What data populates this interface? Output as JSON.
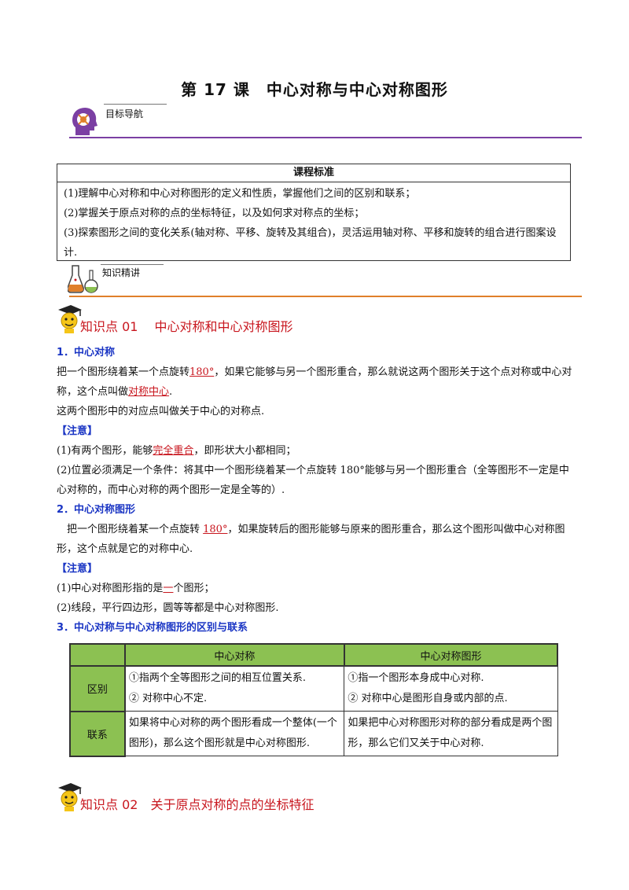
{
  "title": "第 17 课　中心对称与中心对称图形",
  "nav_label": "目标导航",
  "standards": {
    "heading": "课程标准",
    "items": [
      "(1)理解中心对称和中心对称图形的定义和性质，掌握他们之间的区别和联系；",
      "(2)掌握关于原点对称的点的坐标特征，以及如何求对称点的坐标；",
      "(3)探索图形之间的变化关系(轴对称、平移、旋转及其组合)，灵活运用轴对称、平移和旋转的组合进行图案设计."
    ]
  },
  "knowledge_label": "知识精讲",
  "kp1": {
    "title": "知识点 01　 中心对称和中心对称图形",
    "s1": {
      "heading": "1．中心对称",
      "p1_a": "把一个图形绕着某一个点旋转",
      "p1_red": "180°",
      "p1_b": "，如果它能够与另一个图形重合，那么就说这两个图形关于这个点对称或中心对称，这个点叫做",
      "p1_red2": "对称中心",
      "p1_c": ".",
      "p2": "这两个图形中的对应点叫做关于中心的对称点.",
      "note": "【注意】",
      "n1_a": "(1)有两个图形，能够",
      "n1_red": "完全重合",
      "n1_b": "，即形状大小都相同；",
      "n2": "(2)位置必须满足一个条件：将其中一个图形绕着某一个点旋转 180°能够与另一个图形重合（全等图形不一定是中心对称的，而中心对称的两个图形一定是全等的）."
    },
    "s2": {
      "heading": "2．中心对称图形",
      "p1_a": "　把一个图形绕着某一个点旋转 ",
      "p1_red": "180°",
      "p1_b": "，如果旋转后的图形能够与原来的图形重合，那么这个图形叫做中心对称图形，这个点就是它的对称中心.",
      "note": "【注意】",
      "n1_a": "(1)中心对称图形指的是",
      "n1_red": "一",
      "n1_b": "个图形；",
      "n2": "(2)线段，平行四边形，圆等等都是中心对称图形."
    },
    "s3": {
      "heading": "3．中心对称与中心对称图形的区别与联系",
      "table": {
        "col1": "中心对称",
        "col2": "中心对称图形",
        "row1_label": "区别",
        "row1_c1a": "①指两个全等图形之间的相互位置关系.",
        "row1_c1b": "② 对称中心不定.",
        "row1_c2a": "①指一个图形本身成中心对称.",
        "row1_c2b": "② 对称中心是图形自身或内部的点.",
        "row2_label": "联系",
        "row2_c1": "如果将中心对称的两个图形看成一个整体(一个图形)，那么这个图形就是中心对称图形.",
        "row2_c2": "如果把中心对称图形对称的部分看成是两个图形，那么它们又关于中心对称."
      }
    }
  },
  "kp2": {
    "title": "知识点 02　关于原点对称的点的坐标特征"
  }
}
